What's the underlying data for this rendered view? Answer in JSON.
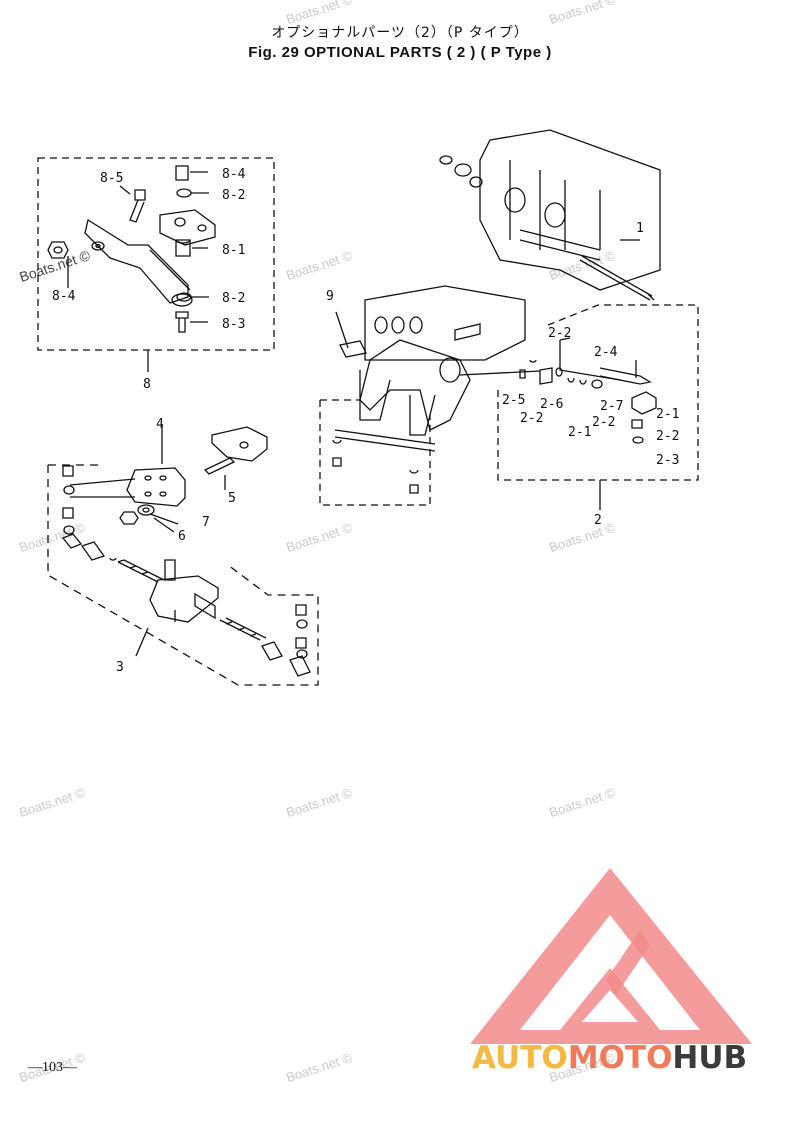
{
  "header": {
    "title_jp": "オプショナルパーツ（2）（P タイプ）",
    "title_en": "Fig. 29   OPTIONAL PARTS ( 2 ) ( P Type )"
  },
  "callouts": {
    "c1": "1",
    "c2": "2",
    "c3": "3",
    "c4": "4",
    "c5": "5",
    "c6": "6",
    "c7": "7",
    "c8": "8",
    "c9": "9",
    "c2_1a": "2-1",
    "c2_1b": "2-1",
    "c2_2a": "2-2",
    "c2_2b": "2-2",
    "c2_2c": "2-2",
    "c2_2d": "2-2",
    "c2_3": "2-3",
    "c2_4": "2-4",
    "c2_5": "2-5",
    "c2_6": "2-6",
    "c2_7": "2-7",
    "c8_1": "8-1",
    "c8_2a": "8-2",
    "c8_2b": "8-2",
    "c8_3": "8-3",
    "c8_4a": "8-4",
    "c8_4b": "8-4",
    "c8_5": "8-5"
  },
  "watermark": {
    "text": "Boats.net ©"
  },
  "footer": {
    "page_number": "—103—"
  },
  "logo": {
    "part1": "AUTO",
    "part2": "MOTO",
    "part3": "HUB",
    "colors": {
      "auto": "#f4b942",
      "moto": "#ef7b5a",
      "hub": "#3b3b3b",
      "emblem": "#f28b8b"
    }
  }
}
